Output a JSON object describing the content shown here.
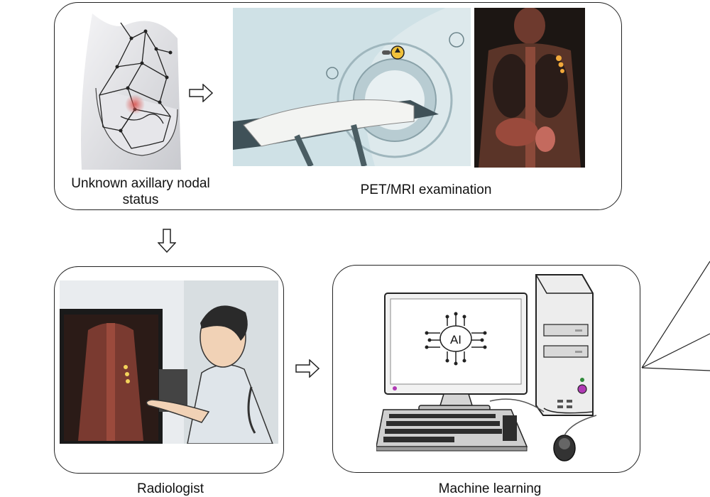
{
  "steps": {
    "nodal_status": {
      "label_line1": "Unknown axillary nodal",
      "label_line2": "status"
    },
    "pet_mri": {
      "label": "PET/MRI examination"
    },
    "radiologist": {
      "label": "Radiologist"
    },
    "machine_learning": {
      "label": "Machine learning",
      "screen_text": "AI"
    }
  },
  "colors": {
    "outline": "#222222",
    "scanner": "#c9dde3",
    "pet_hotspot": "#f2a93b",
    "tumor": "#d9534f",
    "accent_button": "#b03ab5"
  }
}
